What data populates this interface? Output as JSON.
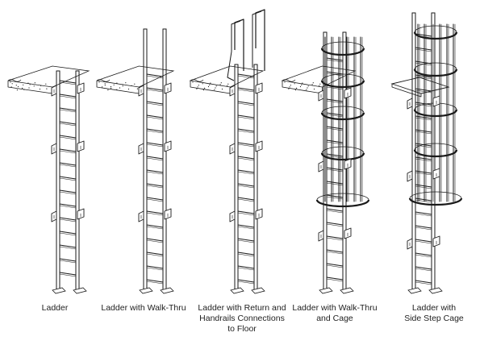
{
  "figure": {
    "ink": "#1a1a1a",
    "fill": "#ffffff",
    "captions": [
      "Ladder",
      "Ladder with Walk-Thru",
      "Ladder with Return and\nHandrails Connections\nto Floor",
      "Ladder with Walk-Thru\nand Cage",
      "Ladder with\nSide Step Cage"
    ]
  }
}
